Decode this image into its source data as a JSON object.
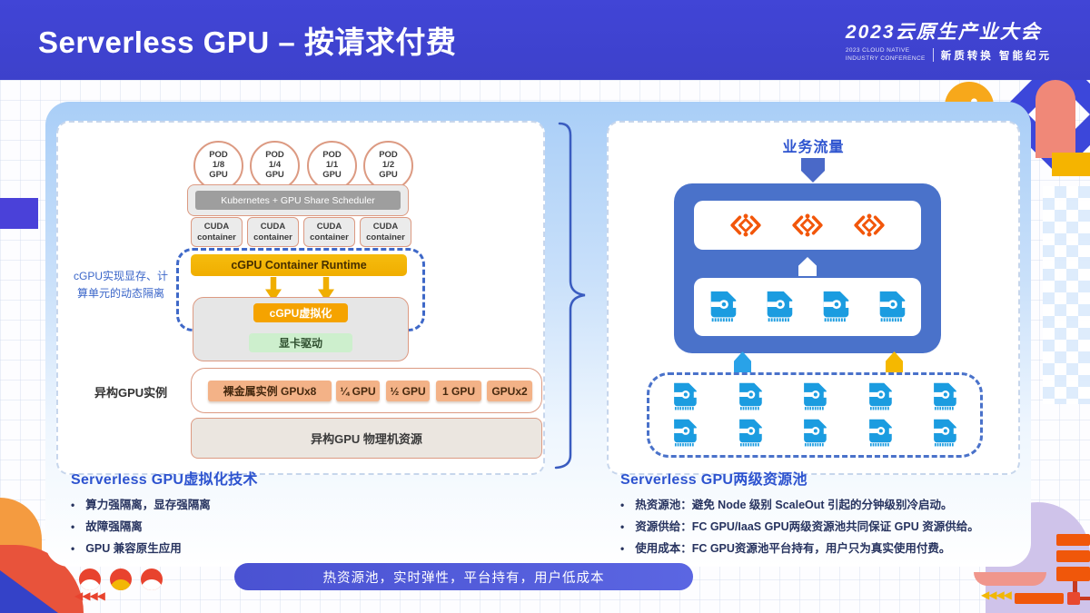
{
  "header": {
    "title": "Serverless GPU – 按请求付费",
    "logo": {
      "main": "2023云原生产业大会",
      "sub_small": "2023 CLOUD NATIVE\nINDUSTRY CONFERENCE",
      "slogan": "新质转换 智能纪元"
    }
  },
  "left_panel": {
    "pods": [
      "POD\n1/8\nGPU",
      "POD\n1/4\nGPU",
      "POD\n1/1\nGPU",
      "POD\n1/2\nGPU"
    ],
    "scheduler": "Kubernetes + GPU Share Scheduler",
    "cuda_label": "CUDA\ncontainer",
    "cuda_count": 4,
    "runtime": "cGPU Container Runtime",
    "cgpu_virtualization": "cGPU虚拟化",
    "gpu_driver": "显卡驱动",
    "side_note": "cGPU实现显存、计\n算单元的动态隔离",
    "instances_label": "异构GPU实例",
    "instances": [
      "裸金属实例 GPUx8",
      "¼ GPU",
      "½ GPU",
      "1 GPU",
      "GPUx2"
    ],
    "physical_resources": "异构GPU 物理机资源",
    "section": {
      "heading": "Serverless GPU虚拟化技术",
      "bullets": [
        "算力强隔离，显存强隔离",
        "故障强隔离",
        "GPU 兼容原生应用"
      ]
    }
  },
  "right_panel": {
    "traffic_label": "业务流量",
    "fc_icon_count": 3,
    "inner_gpu_count": 4,
    "pool": {
      "rows": 2,
      "cols": 5
    },
    "section": {
      "heading": "Serverless GPU两级资源池",
      "bullets": [
        "热资源池：避免 Node 级别 ScaleOut 引起的分钟级别冷启动。",
        "资源供给：FC GPU/IaaS GPU两级资源池共同保证 GPU 资源供给。",
        "使用成本：FC GPU资源池平台持有，用户只为真实使用付费。"
      ]
    }
  },
  "footer": {
    "pill": "热资源池，实时弹性，平台持有，用户低成本"
  },
  "decor": {
    "chevrons": "◀◀◀◀"
  },
  "colors": {
    "header_blue": "#4145d6",
    "heading_blue": "#2d53cf",
    "text_navy": "#27335f",
    "salmon": "#dc9a82",
    "amber": "#f0ae00",
    "green": "#cdefcd",
    "container_blue": "#4a72ca",
    "icon_cyan": "#1b9ce0",
    "fc_orange": "#f2560a",
    "pill_blue": "#4a55d4",
    "arrow_cyan": "#29a2e8",
    "arrow_yellow": "#f5b800"
  }
}
